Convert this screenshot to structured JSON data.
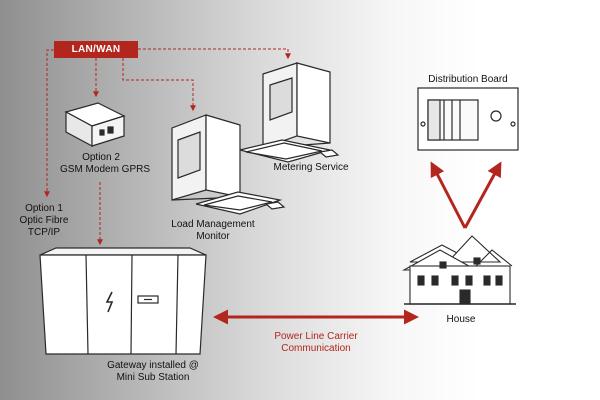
{
  "colors": {
    "accent": "#b3261e",
    "outline": "#2a2a2a"
  },
  "badge": {
    "label": "LAN/WAN"
  },
  "labels": {
    "option2_line1": "Option 2",
    "option2_line2": "GSM Modem GPRS",
    "option1_line1": "Option 1",
    "option1_line2": "Optic Fibre",
    "option1_line3": "TCP/IP",
    "metering": "Metering Service",
    "load_line1": "Load Management",
    "load_line2": "Monitor",
    "distribution": "Distribution Board",
    "house": "House",
    "plc_line1": "Power Line Carrier",
    "plc_line2": "Communication",
    "gateway_line1": "Gateway installed @",
    "gateway_line2": "Mini Sub Station"
  }
}
